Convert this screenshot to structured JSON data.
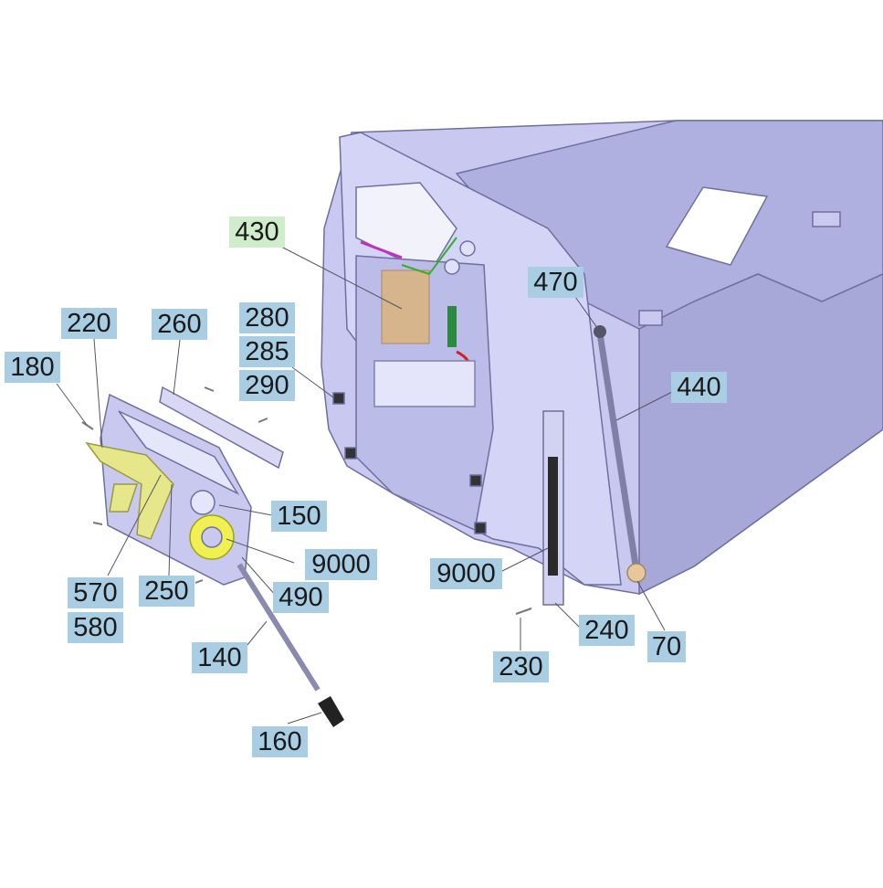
{
  "diagram": {
    "callouts": [
      {
        "id": "c430",
        "label": "430",
        "highlight": true
      },
      {
        "id": "c220",
        "label": "220"
      },
      {
        "id": "c260",
        "label": "260"
      },
      {
        "id": "c280",
        "label": "280"
      },
      {
        "id": "c285",
        "label": "285"
      },
      {
        "id": "c290",
        "label": "290"
      },
      {
        "id": "c180",
        "label": "180"
      },
      {
        "id": "c470",
        "label": "470"
      },
      {
        "id": "c440",
        "label": "440"
      },
      {
        "id": "c150",
        "label": "150"
      },
      {
        "id": "c9000a",
        "label": "9000"
      },
      {
        "id": "c9000b",
        "label": "9000"
      },
      {
        "id": "c570",
        "label": "570"
      },
      {
        "id": "c580",
        "label": "580"
      },
      {
        "id": "c250",
        "label": "250"
      },
      {
        "id": "c490",
        "label": "490"
      },
      {
        "id": "c140",
        "label": "140"
      },
      {
        "id": "c160",
        "label": "160"
      },
      {
        "id": "c240",
        "label": "240"
      },
      {
        "id": "c70",
        "label": "70"
      },
      {
        "id": "c230",
        "label": "230"
      }
    ]
  }
}
